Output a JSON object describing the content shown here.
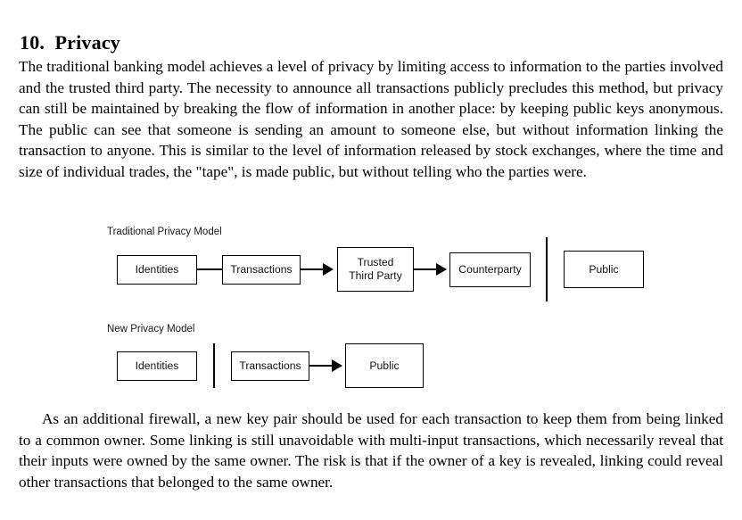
{
  "document": {
    "section_number": "10.",
    "section_title": "Privacy",
    "heading": "10.  Privacy",
    "paragraphs": [
      "The traditional banking model achieves a level of privacy by limiting access to information to the parties involved and the trusted third party.  The necessity to announce all transactions publicly precludes this method, but privacy can still be maintained by breaking the flow of information in another place: by keeping public keys anonymous.  The public can see that someone is sending an amount to someone else, but without information linking the transaction to anyone.  This is similar to the level of information released by stock exchanges, where the time and size of individual trades, the \"tape\", is made public, but without telling who the parties were.",
      "As an additional firewall, a new key pair should be used for each transaction to keep them from being linked to a common owner.  Some linking is still unavoidable with multi-input transactions, which necessarily reveal that their inputs were owned by the same owner.  The risk is that if the owner of a key is revealed, linking could reveal other transactions that belonged to the same owner."
    ]
  },
  "figure": {
    "rows": [
      {
        "label": "Traditional Privacy Model",
        "nodes": [
          {
            "name": "identities",
            "text": "Identities"
          },
          {
            "name": "transactions",
            "text": "Transactions"
          },
          {
            "name": "trusted-third-party",
            "text": "Trusted\nThird Party"
          },
          {
            "name": "counterparty",
            "text": "Counterparty"
          },
          {
            "name": "public",
            "text": "Public"
          }
        ]
      },
      {
        "label": "New Privacy Model",
        "nodes": [
          {
            "name": "identities",
            "text": "Identities"
          },
          {
            "name": "transactions",
            "text": "Transactions"
          },
          {
            "name": "public",
            "text": "Public"
          }
        ]
      }
    ],
    "node_text": {
      "row1_identities": "Identities",
      "row1_transactions": "Transactions",
      "row1_trusted_third_party_line1": "Trusted",
      "row1_trusted_third_party_line2": "Third Party",
      "row1_counterparty": "Counterparty",
      "row1_public": "Public",
      "row2_identities": "Identities",
      "row2_transactions": "Transactions",
      "row2_public": "Public"
    }
  },
  "colors": {
    "page_background": "#ffffff",
    "text": "#000000",
    "diagram_stroke": "#000000",
    "diagram_node_fill": "#ffffff"
  }
}
